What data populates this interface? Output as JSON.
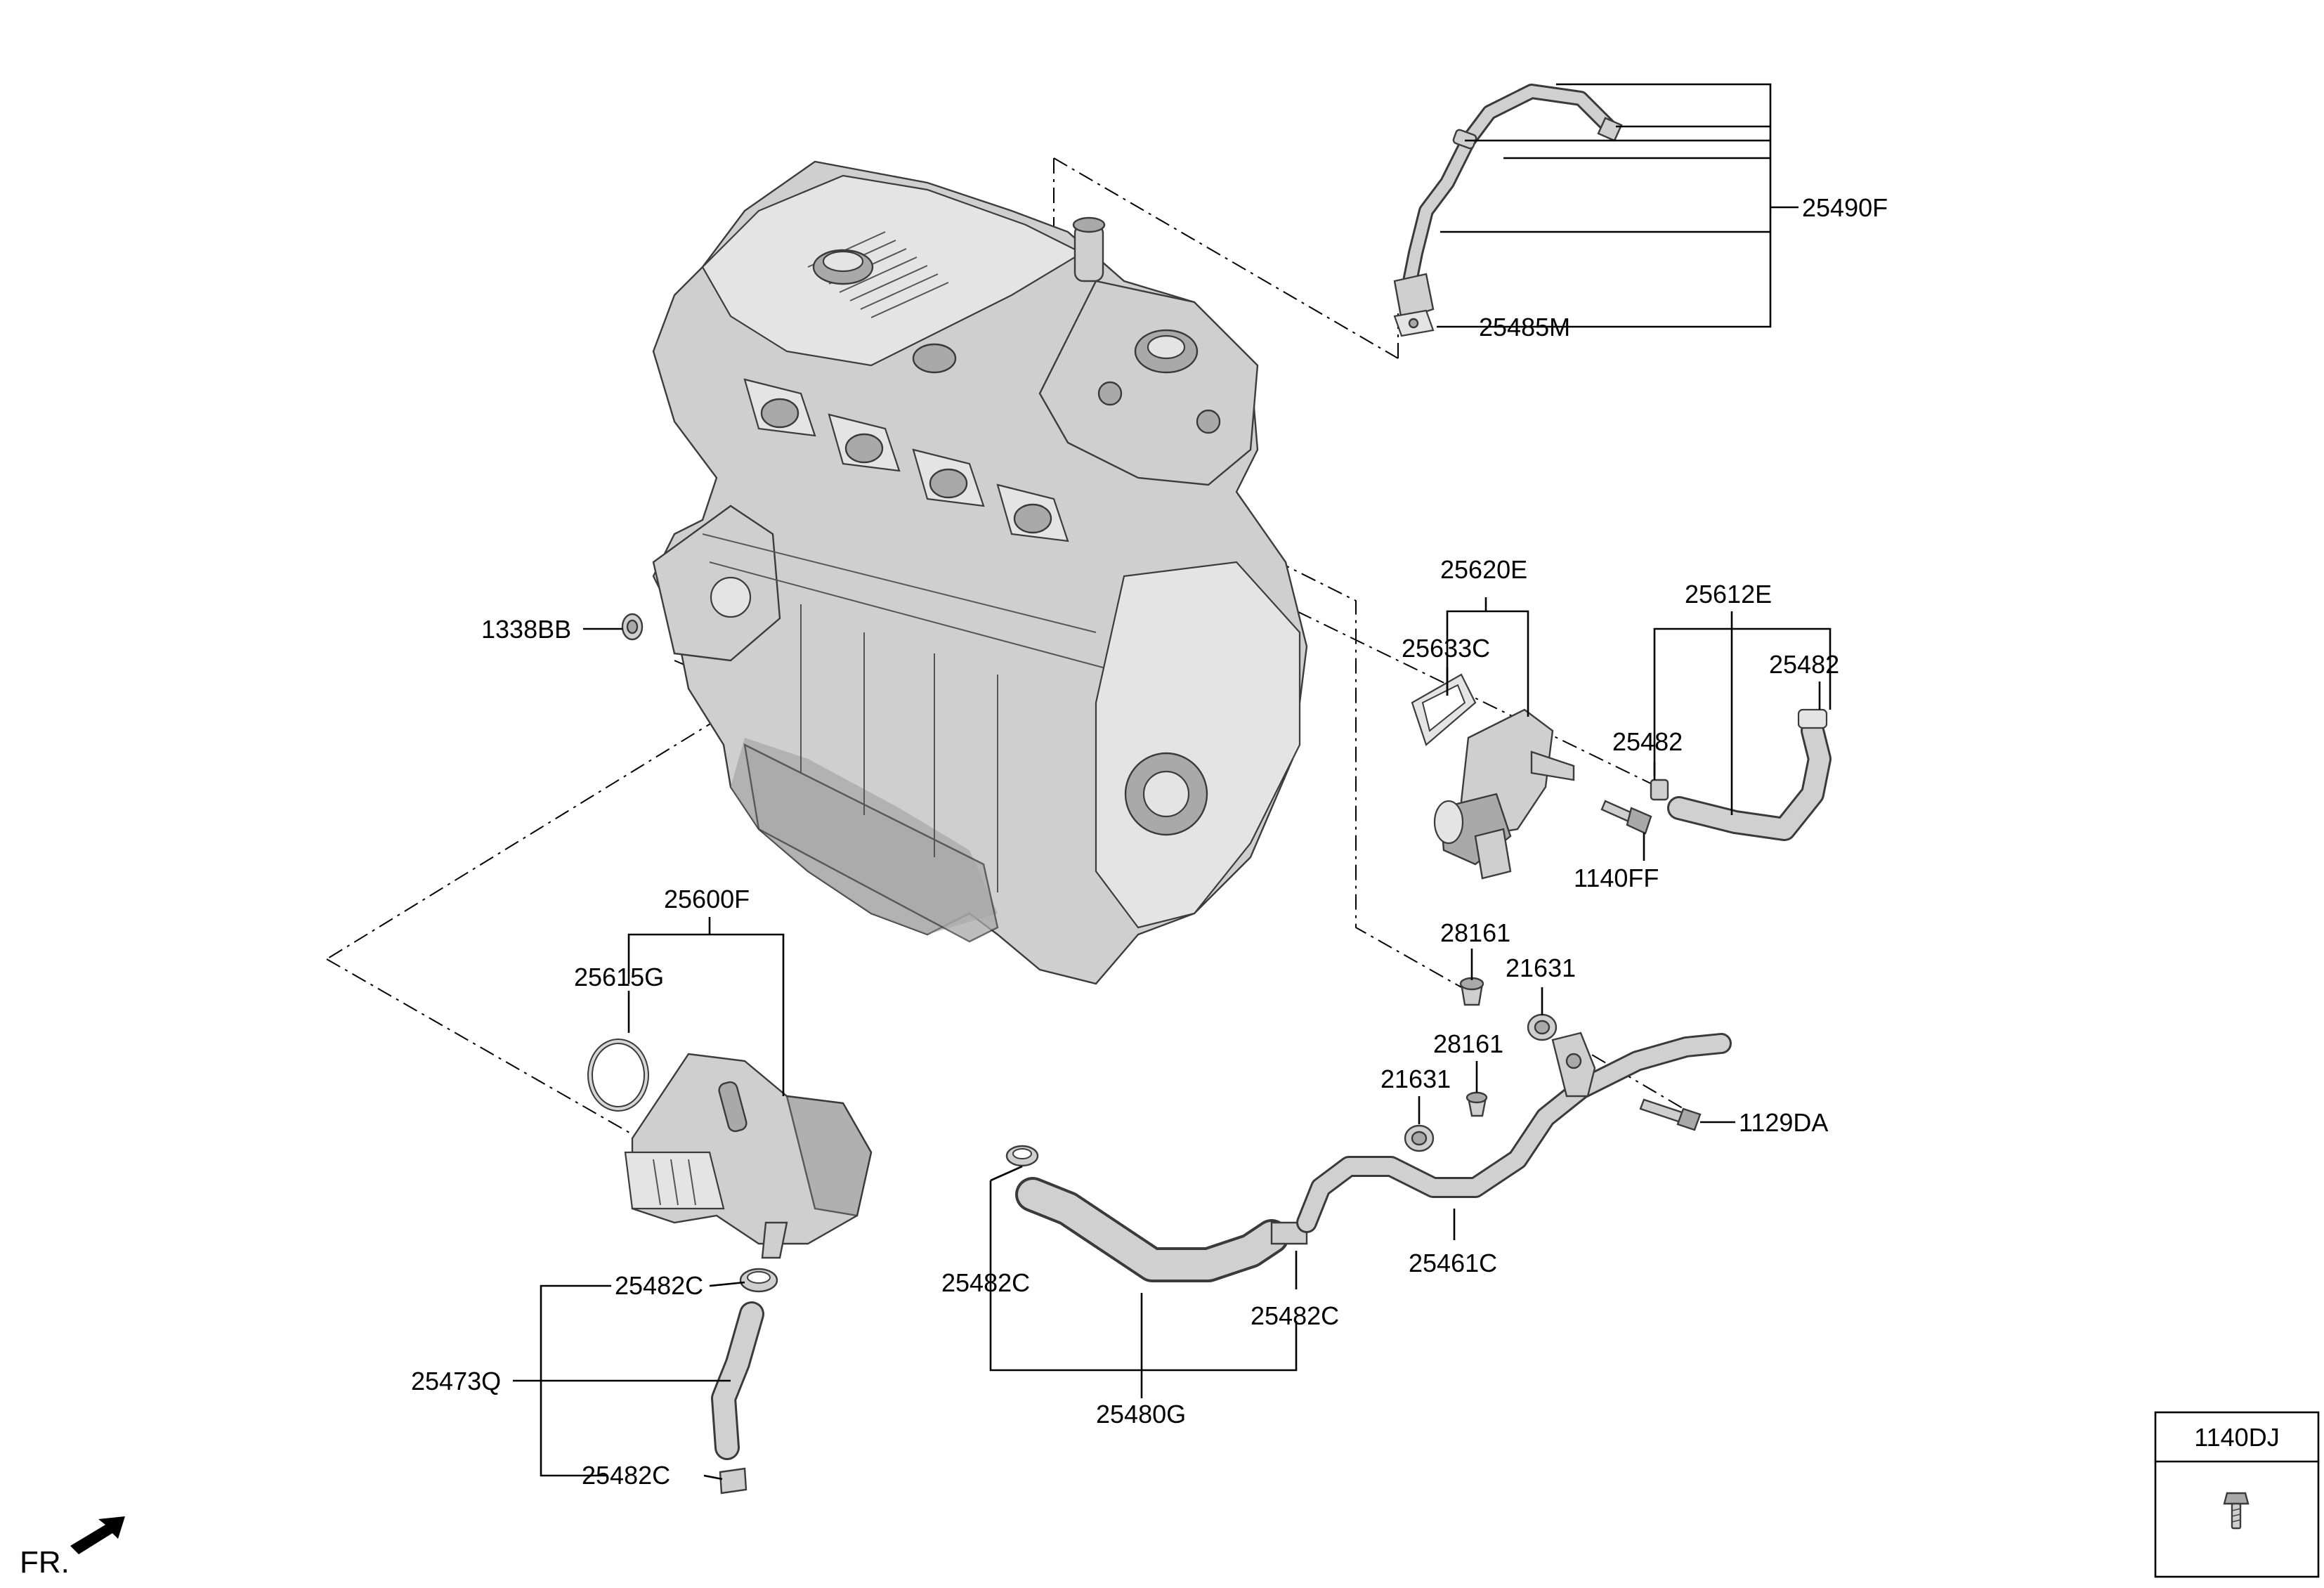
{
  "diagram": {
    "callouts": {
      "c25490F": "25490F",
      "c25485M": "25485M",
      "c1338BB": "1338BB",
      "c25620E": "25620E",
      "c25633C": "25633C",
      "c25612E": "25612E",
      "c25482_top": "25482",
      "c25482_mid": "25482",
      "c1140FF": "1140FF",
      "c25600F": "25600F",
      "c25615G": "25615G",
      "c28161_a": "28161",
      "c21631_a": "21631",
      "c28161_b": "28161",
      "c21631_b": "21631",
      "c1129DA": "1129DA",
      "c25482C_a": "25482C",
      "c25482C_b": "25482C",
      "c25461C": "25461C",
      "c25482C_c": "25482C",
      "c25473Q": "25473Q",
      "c25482C_d": "25482C",
      "c25480G": "25480G"
    },
    "legend_box": {
      "title": "1140DJ"
    },
    "direction_label": "FR."
  }
}
